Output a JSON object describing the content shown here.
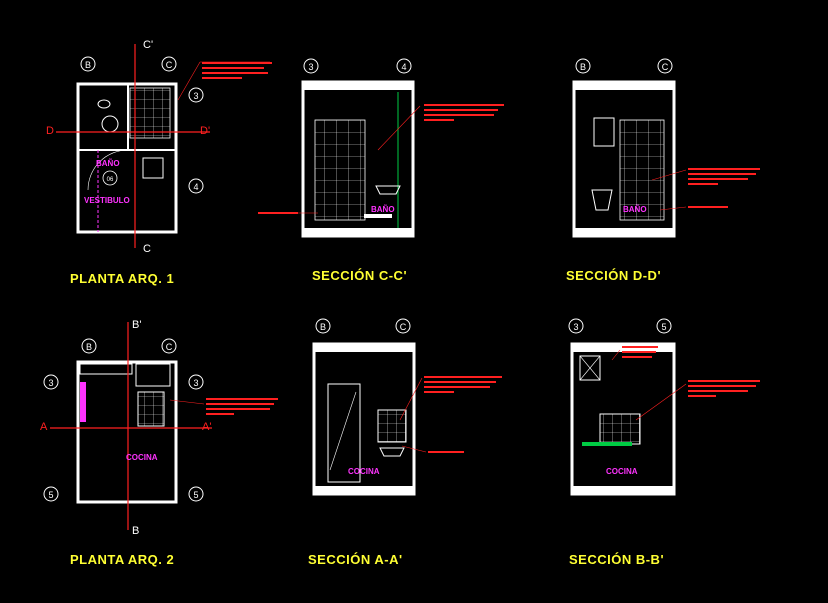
{
  "titles": {
    "planta1": "PLANTA  ARQ. 1",
    "seccion_cc": "SECCIÓN C-C'",
    "seccion_dd": "SECCIÓN D-D'",
    "planta2": "PLANTA  ARQ. 2",
    "seccion_aa": "SECCIÓN A-A'",
    "seccion_bb": "SECCIÓN B-B'"
  },
  "rooms": {
    "bano": "BAÑO",
    "vestibulo": "VESTIBULO",
    "cocina": "COCINA",
    "bano_num": "06"
  },
  "section_marks": {
    "c_top": "C'",
    "c_bottom": "C",
    "d_left": "D",
    "d_right": "D'",
    "b_top": "B'",
    "b_bottom": "B",
    "a_left": "A",
    "a_right": "A'"
  },
  "axes": {
    "b": "B",
    "c": "C",
    "n3": "3",
    "n4": "4",
    "n5": "5"
  },
  "colors": {
    "background": "#000000",
    "title": "#ffff33",
    "wall": "#ffffff",
    "red": "#ff2020",
    "magenta": "#ff33ff",
    "green": "#00cc44"
  }
}
